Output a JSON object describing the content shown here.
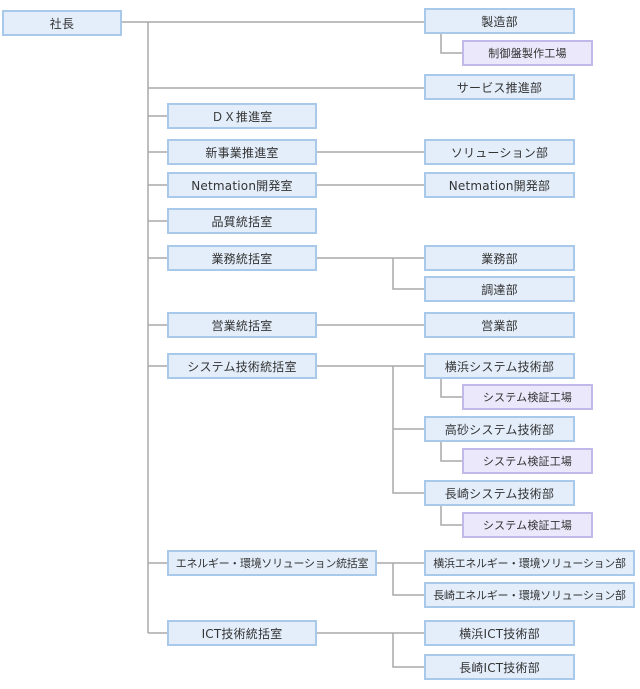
{
  "chart_data": {
    "type": "org-chart",
    "nodes": {
      "president": "社長",
      "manufacturing": "製造部",
      "panel_factory": "制御盤製作工場",
      "service": "サービス推進部",
      "dx": "ＤＸ推進室",
      "new_business": "新事業推進室",
      "solution": "ソリューション部",
      "netmation_office": "Netmation開発室",
      "netmation_dept": "Netmation開発部",
      "quality": "品質統括室",
      "business_office": "業務統括室",
      "business_dept": "業務部",
      "procurement": "調達部",
      "sales_office": "営業統括室",
      "sales_dept": "営業部",
      "system_office": "システム技術統括室",
      "yokohama_system": "横浜システム技術部",
      "verify1": "システム検証工場",
      "takasago_system": "高砂システム技術部",
      "verify2": "システム検証工場",
      "nagasaki_system": "長崎システム技術部",
      "verify3": "システム検証工場",
      "energy_office": "エネルギー・環境ソリューション統括室",
      "yokohama_energy": "横浜エネルギー・環境ソリューション部",
      "nagasaki_energy": "長崎エネルギー・環境ソリューション部",
      "ict_office": "ICT技術統括室",
      "yokohama_ict": "横浜ICT技術部",
      "nagasaki_ict": "長崎ICT技術部"
    }
  }
}
